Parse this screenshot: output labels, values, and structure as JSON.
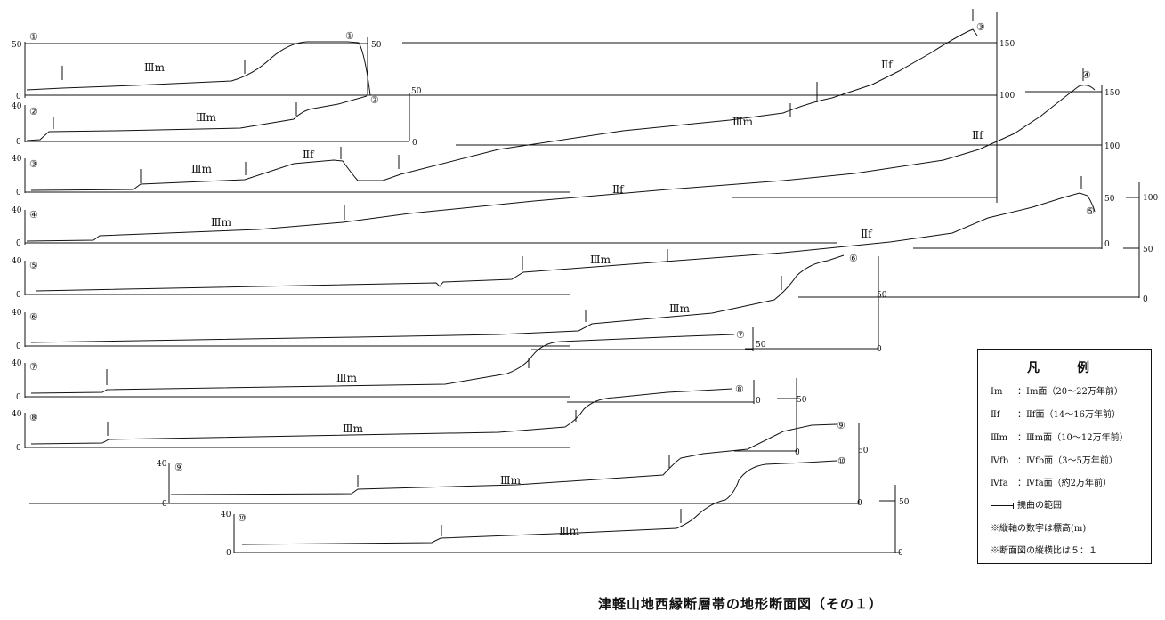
{
  "caption": "津軽山地西縁断層帯の地形断面図（その１）",
  "legend": {
    "title": "凡　例",
    "items": [
      {
        "key": "Ⅰm",
        "desc": "：Ⅰm面（20～22万年前）"
      },
      {
        "key": "Ⅱf",
        "desc": "：Ⅱf面（14～16万年前）"
      },
      {
        "key": "Ⅲm",
        "desc": "：Ⅲm面（10～12万年前）"
      },
      {
        "key": "Ⅳfb",
        "desc": "：Ⅳfb面（3～5万年前）"
      },
      {
        "key": "Ⅳfa",
        "desc": "：Ⅳfa面（約2万年前）"
      }
    ],
    "flexure_label": "撓曲の範囲",
    "note_axis": "※縦軸の数字は標高(m)",
    "note_ratio": "※断面図の縦横比は５：１"
  },
  "profiles": [
    {
      "marker": "①",
      "left_label": "50",
      "left_zero": "0",
      "right_label": "50",
      "surface": "Ⅲm"
    },
    {
      "marker": "②",
      "left_label": "40",
      "left_zero": "0",
      "right_label": "50",
      "right_zero": "0",
      "surface": "Ⅲm"
    },
    {
      "marker": "③",
      "left_label": "40",
      "left_zero": "0",
      "right_labels": [
        "150",
        "100"
      ],
      "surfaces": [
        "Ⅲm",
        "Ⅱf",
        "Ⅲm",
        "Ⅱf",
        "Ⅱf"
      ]
    },
    {
      "marker": "④",
      "left_label": "40",
      "left_zero": "0",
      "right_labels": [
        "150",
        "100",
        "50",
        "0"
      ],
      "surfaces": [
        "Ⅲm",
        "Ⅱf"
      ]
    },
    {
      "marker": "⑤",
      "left_label": "40",
      "left_zero": "0",
      "right_labels": [
        "100",
        "50",
        "0"
      ],
      "surfaces": [
        "Ⅲm"
      ]
    },
    {
      "marker": "⑥",
      "left_label": "40",
      "left_zero": "0",
      "right_labels": [
        "50",
        "0"
      ],
      "surface": "Ⅲm"
    },
    {
      "marker": "⑦",
      "left_label": "40",
      "left_zero": "0",
      "right_labels": [
        "50",
        "0"
      ],
      "surface": "Ⅲm"
    },
    {
      "marker": "⑧",
      "left_label": "40",
      "left_zero": "0",
      "right_labels": [
        "50",
        "0"
      ],
      "surface": "Ⅲm"
    },
    {
      "marker": "⑨",
      "left_label": "40",
      "left_zero": "0",
      "right_labels": [
        "50",
        "0"
      ],
      "surface": "Ⅲm"
    },
    {
      "marker": "⑩",
      "left_label": "40",
      "left_zero": "0",
      "right_labels": [
        "50",
        "0"
      ],
      "surface": "Ⅲm"
    }
  ]
}
